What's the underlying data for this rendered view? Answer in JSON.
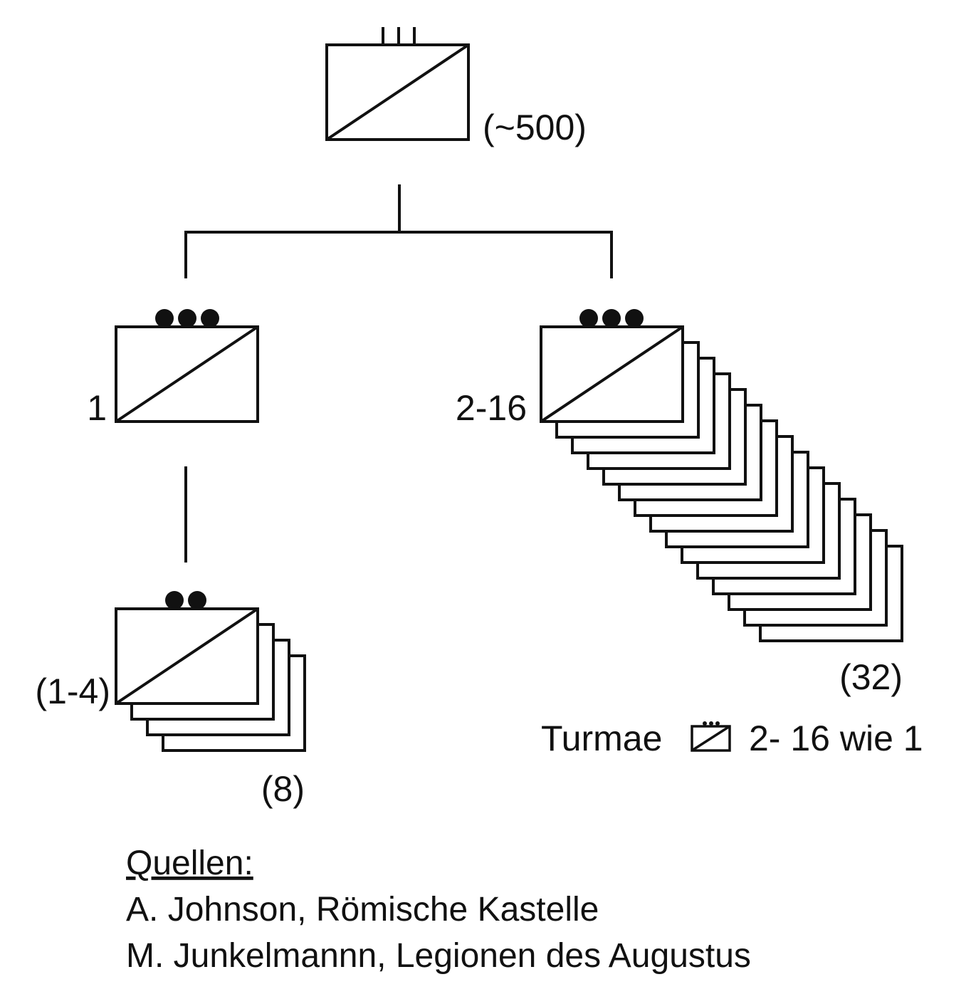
{
  "colors": {
    "ink": "#111111",
    "background": "#ffffff"
  },
  "units": {
    "top": {
      "strength": "(~500)",
      "echelon": "III",
      "symbol": "cavalry"
    },
    "left": {
      "label": "1",
      "echelon": "●●●",
      "symbol": "cavalry"
    },
    "right": {
      "label": "2-16",
      "echelon": "●●●",
      "symbol": "cavalry",
      "stack_count": 15,
      "total": "(32)"
    },
    "sub": {
      "label": "(1-4)",
      "echelon": "●●",
      "symbol": "cavalry",
      "stack_count": 4,
      "total": "(8)"
    }
  },
  "note": {
    "before": "Turmae",
    "icon": "cavalry-unit-icon",
    "after": "2- 16 wie 1"
  },
  "sources": {
    "heading": "Quellen:",
    "items": [
      "A. Johnson, Römische Kastelle",
      "M. Junkelmannn, Legionen des Augustus"
    ]
  }
}
